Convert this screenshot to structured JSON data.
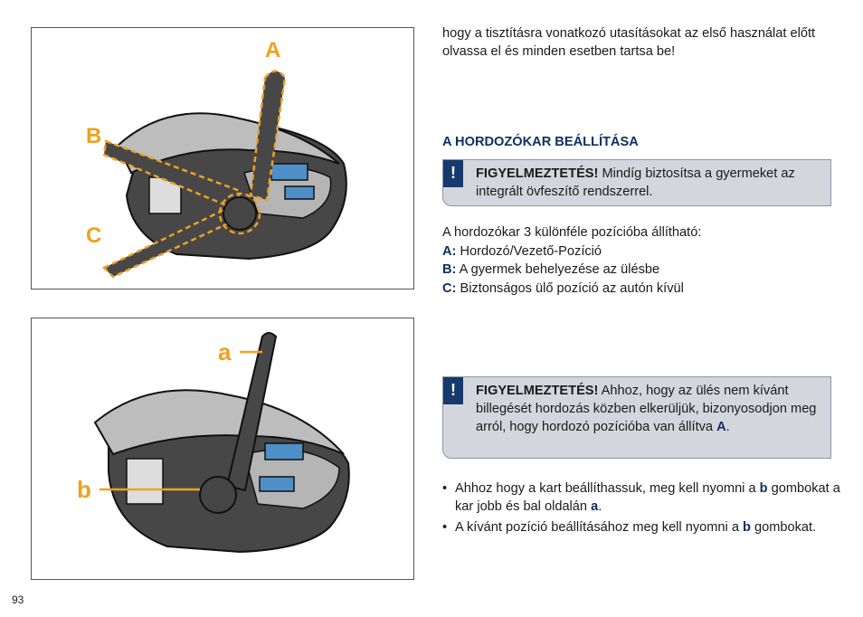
{
  "figure1": {
    "labels": {
      "a": "A",
      "b": "B",
      "c": "C"
    }
  },
  "figure2": {
    "labels": {
      "a": "a",
      "b": "b"
    }
  },
  "intro_text": "hogy a tisztításra vonatkozó utasításokat az első használat előtt olvassa el és minden esetben tartsa be!",
  "section_heading": "A HORDOZÓKAR BEÁLLÍTÁSA",
  "warning1": {
    "icon": "!",
    "label": "FIGYELMEZTETÉS!",
    "text": " Mindíg biztosítsa a gyermeket az integrált övfeszítő rendszerrel."
  },
  "positions": {
    "intro": "A hordozókar 3 különféle pozícióba állítható:",
    "items": [
      {
        "key": "A:",
        "text": " Hordozó/Vezető-Pozíció"
      },
      {
        "key": "B:",
        "text": " A gyermek behelyezése az ülésbe"
      },
      {
        "key": "C:",
        "text": " Biztonságos ülő pozíció az autón kívül"
      }
    ]
  },
  "warning2": {
    "icon": "!",
    "label": "FIGYELMEZTETÉS!",
    "text_before": " Ahhoz, hogy az ülés nem kívánt billegését hordozás közben elkerüljük, bizonyosodjon meg arról, hogy hordozó pozícióba van állítva ",
    "key": "A",
    "text_after": "."
  },
  "bullets": [
    {
      "marker": "•",
      "before": "Ahhoz hogy a kart beállíthassuk, meg kell nyomni a ",
      "key1": "b",
      "middle": " gombokat a kar jobb és bal oldalán ",
      "key2": "a",
      "after": "."
    },
    {
      "marker": "•",
      "before": "A kívánt pozíció beállításához meg kell nyomni a ",
      "key1": "b",
      "middle": " gombokat.",
      "key2": "",
      "after": ""
    }
  ],
  "page_number": "93",
  "colors": {
    "accent_orange": "#f0a020",
    "navy": "#163a6d",
    "warning_bg": "#d3d7dd",
    "seat_dark": "#454545",
    "seat_light": "#c0c0c0",
    "seat_blue": "#4f8fc8"
  }
}
